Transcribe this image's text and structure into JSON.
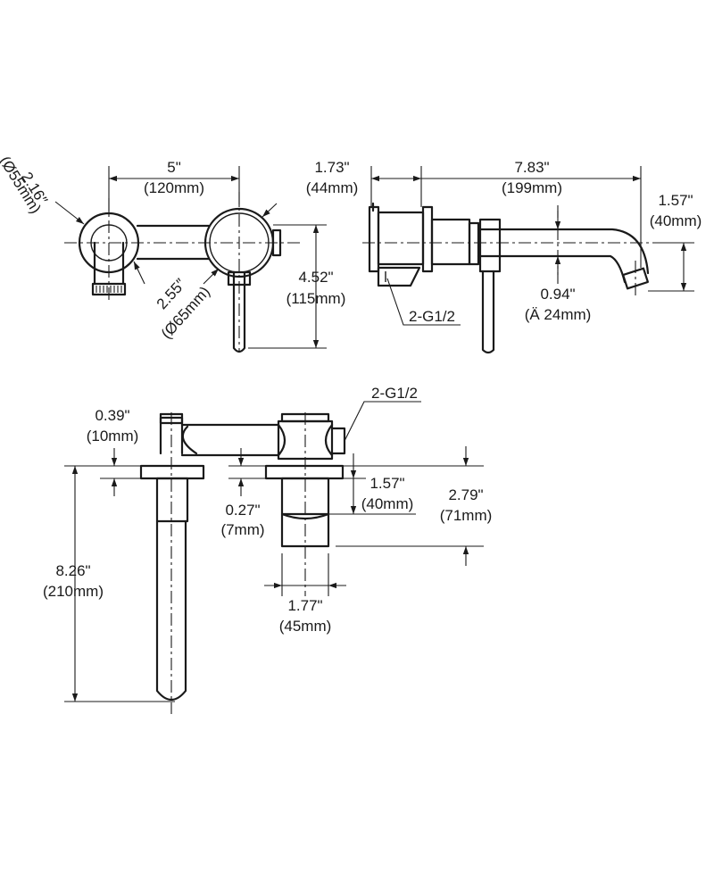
{
  "dimensions": {
    "top_spacing": {
      "imperial": "5\"",
      "metric": "(120mm)"
    },
    "left_diameter": {
      "imperial": "2.16″",
      "metric": "(Ø55mm)"
    },
    "right_diameter": {
      "imperial": "2.55″",
      "metric": "(Ø65mm)"
    },
    "handle_height": {
      "imperial": "4.52\"",
      "metric": "(115mm)"
    },
    "wall_depth": {
      "imperial": "1.73\"",
      "metric": "(44mm)"
    },
    "spout_reach": {
      "imperial": "7.83\"",
      "metric": "(199mm)"
    },
    "spout_drop": {
      "imperial": "1.57\"",
      "metric": "(40mm)"
    },
    "spout_diameter": {
      "imperial": "0.94\"",
      "metric": "(Ä 24mm)"
    },
    "connection_side": {
      "label": "2-G1/2"
    },
    "connection_top": {
      "label": "2-G1/2"
    },
    "plate_thickness": {
      "imperial": "0.39\"",
      "metric": "(10mm)"
    },
    "lever_length": {
      "imperial": "8.26\"",
      "metric": "(210mm)"
    },
    "valve_offset": {
      "imperial": "0.27\"",
      "metric": "(7mm)"
    },
    "body_depth": {
      "imperial": "1.57\"",
      "metric": "(40mm)"
    },
    "total_depth": {
      "imperial": "2.79\"",
      "metric": "(71mm)"
    },
    "body_width": {
      "imperial": "1.77\"",
      "metric": "(45mm)"
    }
  }
}
